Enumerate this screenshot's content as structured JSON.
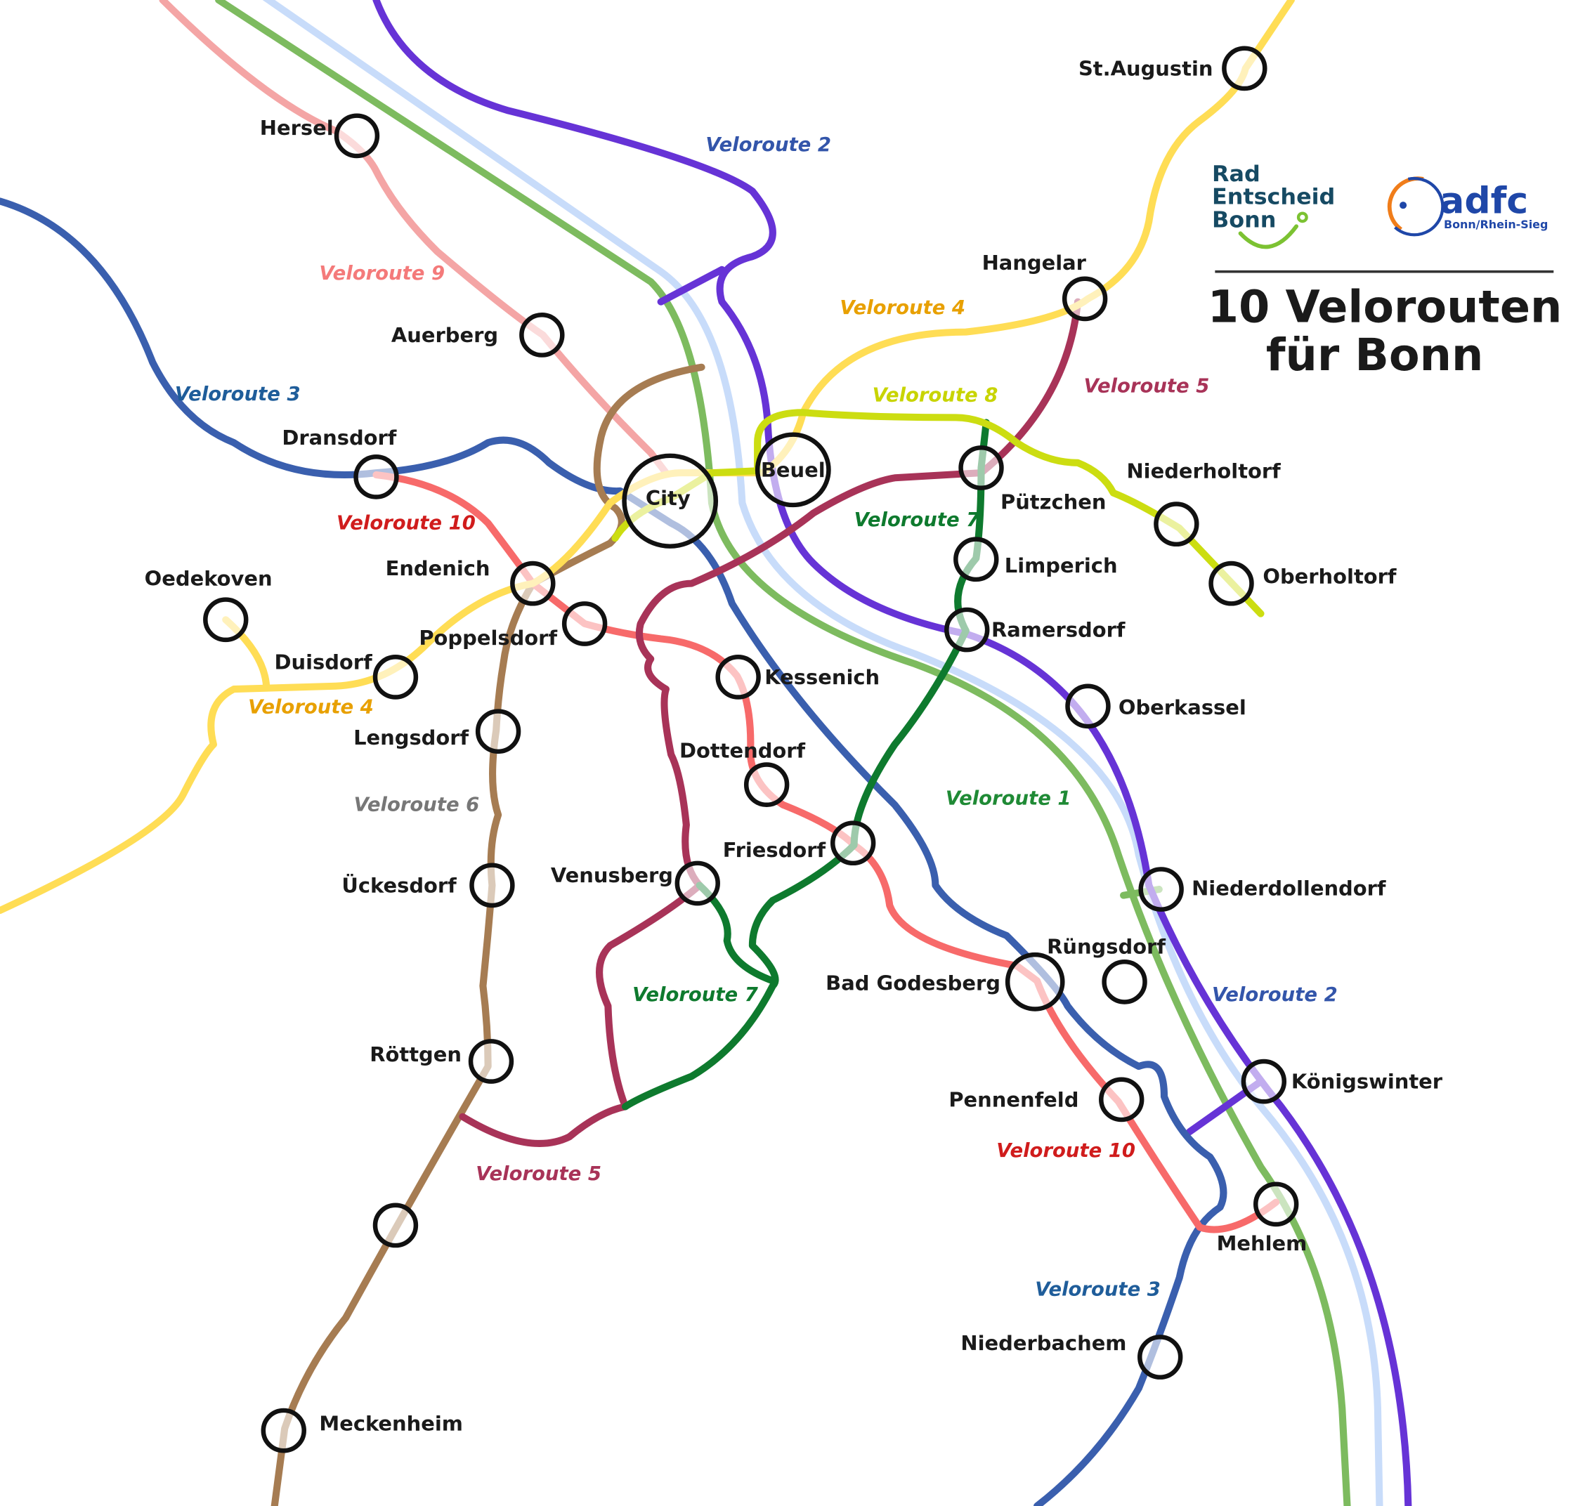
{
  "title": {
    "line1": "10 Velorouten",
    "line2": "für Bonn"
  },
  "logos": {
    "radentscheid": {
      "line1": "Rad",
      "line2": "Entscheid",
      "line3": "Bonn"
    },
    "adfc": {
      "name": "adfc",
      "sub": "Bonn/Rhein-Sieg"
    }
  },
  "colors": {
    "rhine": "#c8dcfa",
    "r1": "#7dbb5f",
    "r2": "#6633d6",
    "r3": "#3a5fae",
    "r4": "#ffdd55",
    "r5": "#a83358",
    "r6": "#a67c52",
    "r7": "#0e7a2e",
    "r8": "#ccdd11",
    "r9": "#f4a5a5",
    "r10": "#f76a6a"
  },
  "route_labels": {
    "r1": "Veloroute 1",
    "r2a": "Veloroute 2",
    "r2b": "Veloroute 2",
    "r3a": "Veloroute 3",
    "r3b": "Veloroute 3",
    "r4a": "Veloroute 4",
    "r4b": "Veloroute 4",
    "r5a": "Veloroute 5",
    "r5b": "Veloroute 5",
    "r6": "Veloroute 6",
    "r7a": "Veloroute 7",
    "r7b": "Veloroute 7",
    "r8": "Veloroute 8",
    "r9": "Veloroute 9",
    "r10a": "Veloroute 10",
    "r10b": "Veloroute 10"
  },
  "stations": {
    "hersel": "Hersel",
    "auerberg": "Auerberg",
    "dransdorf": "Dransdorf",
    "city": "City",
    "beuel": "Beuel",
    "endenich": "Endenich",
    "poppelsdorf": "Poppelsdorf",
    "oedekoven": "Oedekoven",
    "duisdorf": "Duisdorf",
    "lengsdorf": "Lengsdorf",
    "kessenich": "Kessenich",
    "dottendorf": "Dottendorf",
    "friesdorf": "Friesdorf",
    "venusberg": "Venusberg",
    "ueckesdorf": "Ückesdorf",
    "roettgen": "Röttgen",
    "meckenheim": "Meckenheim",
    "badgodesberg": "Bad Godesberg",
    "ruengsdorf": "Rüngsdorf",
    "pennenfeld": "Pennenfeld",
    "mehlem": "Mehlem",
    "niederbachem": "Niederbachem",
    "koenigswinter": "Königswinter",
    "niederdollendorf": "Niederdollendorf",
    "oberkassel": "Oberkassel",
    "ramersdorf": "Ramersdorf",
    "limperich": "Limperich",
    "puetzchen": "Pützchen",
    "niederholtorf": "Niederholtorf",
    "oberholtorf": "Oberholtorf",
    "hangelar": "Hangelar",
    "staugustin": "St.Augustin"
  }
}
